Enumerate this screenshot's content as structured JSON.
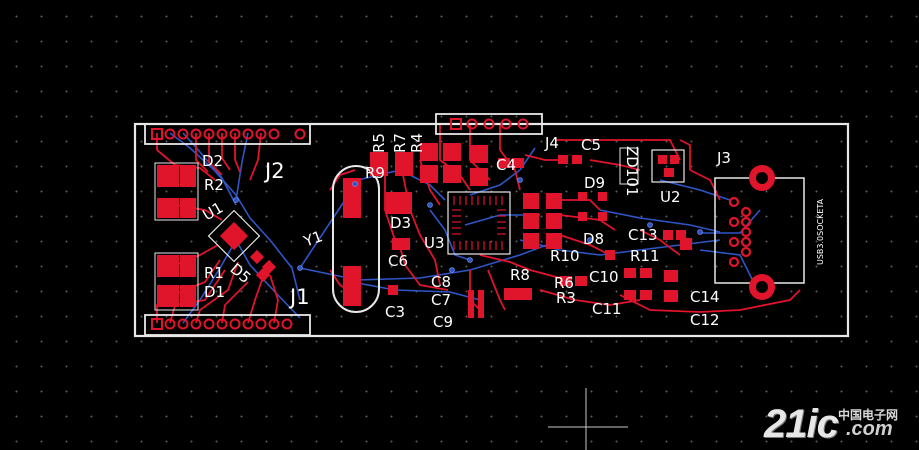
{
  "colors": {
    "background": "#000000",
    "top_copper": "#e0142a",
    "bottom_copper": "#2f56c8",
    "silkscreen": "#ffffff",
    "grid": "#5a5a5a"
  },
  "board": {
    "connectors": {
      "j1": "J1",
      "j2": "J2",
      "j3": "J3",
      "j4": "J4",
      "j3_text": "USB3.0SOCKETA"
    },
    "components": {
      "r1": "R1",
      "r2": "R2",
      "r3": "R3",
      "r4": "R4",
      "r5": "R5",
      "r6": "R6",
      "r7": "R7",
      "r8": "R8",
      "r9": "R9",
      "r10": "R10",
      "r11": "R11",
      "c3": "C3",
      "c4": "C4",
      "c5": "C5",
      "c6": "C6",
      "c7": "C7",
      "c8": "C8",
      "c9": "C9",
      "c10": "C10",
      "c11": "C11",
      "c12": "C12",
      "c13": "C13",
      "c14": "C14",
      "d1": "D1",
      "d2": "D2",
      "d3": "D3",
      "d8": "D8",
      "d9": "D9",
      "u1": "U1",
      "u2": "U2",
      "u3": "U3",
      "y1": "Y1",
      "zd101": "ZD101",
      "d5": "D5"
    }
  },
  "watermark": {
    "brand_num": "21ic",
    "brand_cn": "中国电子网",
    "brand_dom": ".com"
  }
}
